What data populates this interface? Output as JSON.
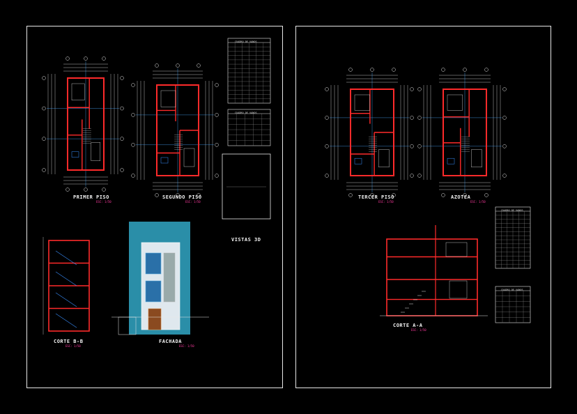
{
  "drawing": {
    "labels": {
      "primer_piso": "PRIMER PISO",
      "segundo_piso": "SEGUNDO PISO",
      "tercer_piso": "TERCER PISO",
      "azotea": "AZOTEA",
      "corte_bb": "CORTE B-B",
      "corte_aa": "CORTE A-A",
      "fachada": "FACHADA",
      "vistas": "VISTAS 3D"
    },
    "scale_text": "ESC: 1/50",
    "table_titles": {
      "vanos_1": "CUADRO DE VANOS",
      "vanos_2": "CUADRO DE VANOS",
      "vanos_3": "CUADRO DE VANOS",
      "vanos_4": "CUADRO DE VANOS"
    },
    "colors": {
      "background": "#000000",
      "walls": "#ff2a2a",
      "dimensions": "#e8e8e8",
      "axes": "#4aa8ff",
      "scale_text": "#ff3aa0",
      "sky": "#2a8ea8"
    }
  }
}
